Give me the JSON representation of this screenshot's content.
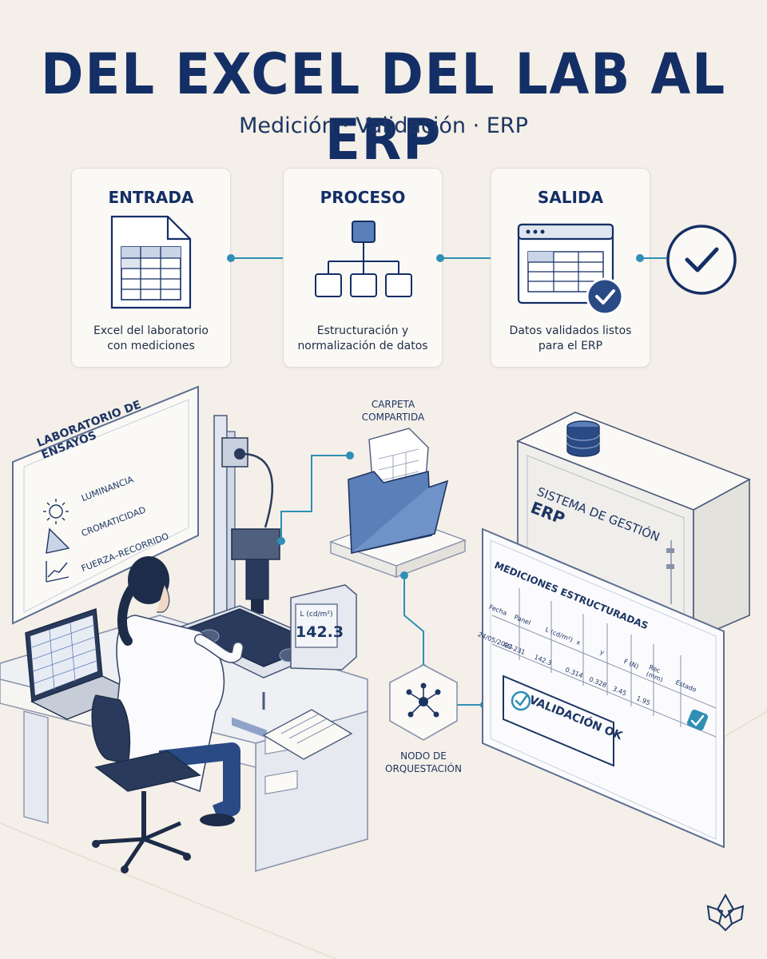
{
  "header": {
    "title": "DEL EXCEL DEL LAB AL ERP",
    "subtitle": "Medición · Validación · ERP"
  },
  "steps": [
    {
      "title": "ENTRADA",
      "desc_line1": "Excel del laboratorio",
      "desc_line2": "con mediciones",
      "icon": "spreadsheet-file-icon"
    },
    {
      "title": "PROCESO",
      "desc_line1": "Estructuración y",
      "desc_line2": "normalización de datos",
      "icon": "hierarchy-icon"
    },
    {
      "title": "SALIDA",
      "desc_line1": "Datos validados listos",
      "desc_line2": "para el ERP",
      "icon": "validated-window-icon"
    }
  ],
  "lab_board": {
    "title": "LABORATORIO DE ENSAYOS",
    "items": [
      "LUMINANCIA",
      "CROMATICIDAD",
      "FUERZA–RECORRIDO"
    ]
  },
  "meter": {
    "unit": "L (cd/m²)",
    "value": "142.3"
  },
  "shared_folder": {
    "line1": "CARPETA",
    "line2": "COMPARTIDA"
  },
  "orchestration_node": {
    "line1": "NODO DE",
    "line2": "ORQUESTACIÓN"
  },
  "erp_server": {
    "line1": "SISTEMA DE GESTIÓN",
    "line2": "ERP"
  },
  "measurements": {
    "title": "MEDICIONES ESTRUCTURADAS",
    "columns": [
      "Fecha",
      "Panel",
      "L (cd/m²)",
      "x",
      "y",
      "F (N)",
      "Rec (mm)",
      "Estado"
    ],
    "row": [
      "24/05/2024",
      "AC-231",
      "142.3",
      "0.314",
      "0.328",
      "3.45",
      "1.95",
      ""
    ],
    "validation": "VALIDACIÓN OK"
  },
  "colors": {
    "navy": "#142f66",
    "accent": "#2f8fb5",
    "paper": "#f4efe8",
    "blue_fill": "#5b7fb8"
  }
}
